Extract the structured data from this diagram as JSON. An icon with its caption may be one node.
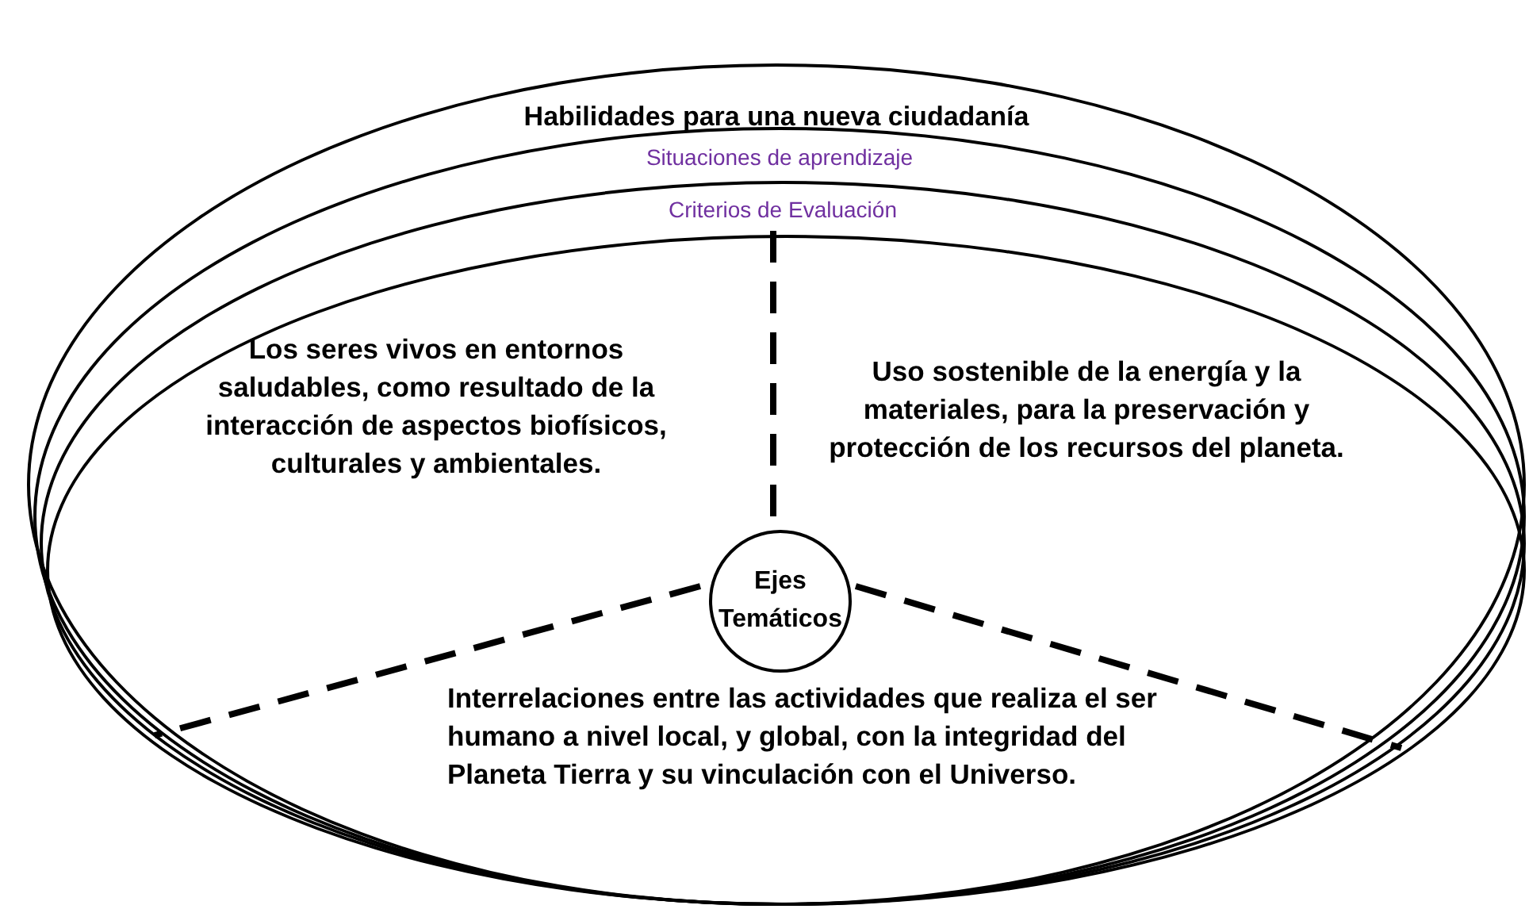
{
  "diagram": {
    "nodes": [
      {
        "text": [
          "Habilidades para una nueva ciudadanía"
        ]
      },
      {
        "text": [
          "Situaciones de aprendizaje"
        ],
        "in": 0
      },
      {
        "text": [
          "Criterios de Evaluación"
        ],
        "in": 1
      },
      {
        "text": [],
        "shape": "ellipse",
        "in": 2
      },
      {
        "text": [
          "Ejes Temáticos"
        ],
        "in": 3
      }
    ],
    "labels": [
      "Los seres vivos en entornos saludables, como resultado de la interacción de aspectos biofísicos, culturales y **ambientales**.",
      "Uso sostenible de la energía y la materiales, para la preservación y protección de los recursos del planeta.",
      "Interrelaciones entre las actividades que realiza el ser humano a nivel local, y global, con la integridad del Planeta Tierra y su vinculación con el Universo."
    ]
  }
}
